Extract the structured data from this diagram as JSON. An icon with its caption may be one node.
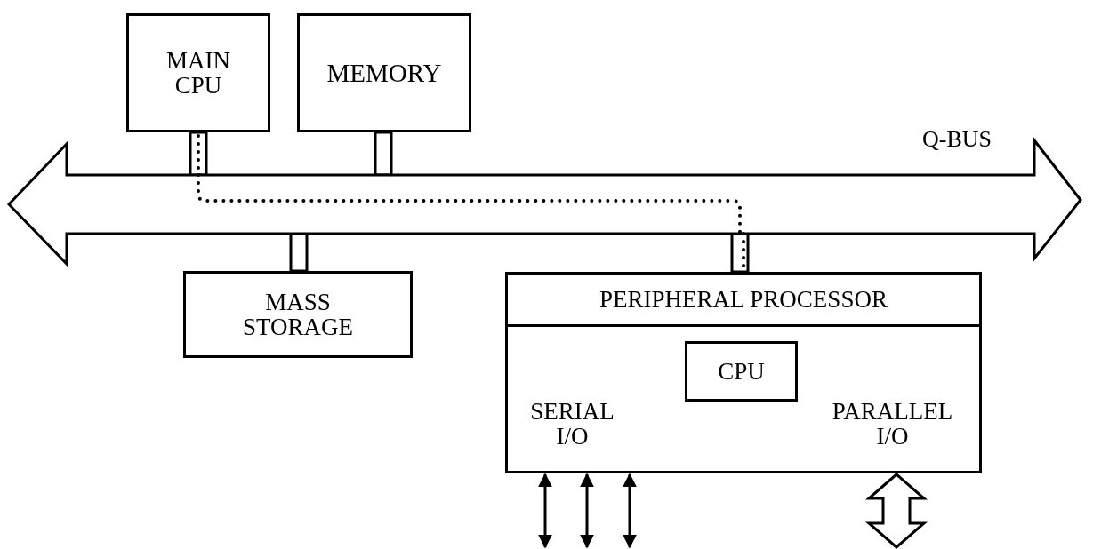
{
  "diagram": {
    "nodes": [
      {
        "text": [
          "MAIN CPU"
        ]
      },
      {
        "text": [
          "MEMORY"
        ]
      },
      {
        "text": [
          "Q-BUS"
        ]
      },
      {
        "text": [
          "MASS STORAGE"
        ]
      },
      {
        "text": [
          "PERIPHERAL PROCESSOR",
          "SERIAL I/O",
          "PARALLEL I/O"
        ]
      },
      {
        "text": [
          "CPU"
        ],
        "in": 4
      }
    ],
    "edges": [
      {
        "from": 0,
        "to": 2,
        "arrow": "none"
      },
      {
        "from": 1,
        "to": 2,
        "arrow": "none"
      },
      {
        "from": 3,
        "to": 2,
        "arrow": "none"
      },
      {
        "from": 4,
        "to": 2,
        "arrow": "none"
      },
      {
        "from": 0,
        "to": 2,
        "arrow": "none",
        "style": "dashed"
      },
      {
        "from": 2,
        "to": 4,
        "arrow": "none",
        "style": "dashed"
      },
      {
        "from": 4,
        "to": null,
        "arrow": "both"
      },
      {
        "from": 4,
        "to": null,
        "arrow": "both"
      },
      {
        "from": 4,
        "to": null,
        "arrow": "both"
      },
      {
        "from": 4,
        "to": null,
        "arrow": "both",
        "style": "thick"
      }
    ]
  }
}
